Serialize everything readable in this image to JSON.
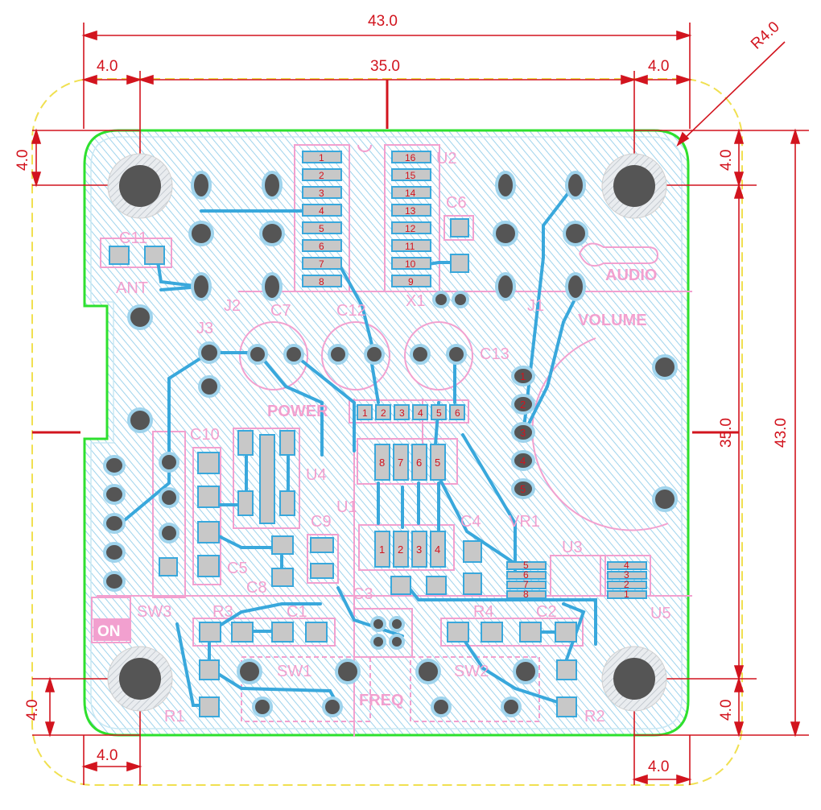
{
  "dimensions": {
    "top_total": "43.0",
    "top_inner": "35.0",
    "top_left_offset": "4.0",
    "top_right_offset": "4.0",
    "corner_radius": "R4.0",
    "left_top_offset": "4.0",
    "right_top_offset": "4.0",
    "right_inner": "35.0",
    "right_total": "43.0",
    "left_bottom_offset": "4.0",
    "right_bottom_offset": "4.0",
    "bottom_left_offset": "4.0",
    "bottom_right_offset": "4.0"
  },
  "labels": {
    "u2": "U2",
    "c6": "C6",
    "c11": "C11",
    "ant": "ANT",
    "j2": "J2",
    "j1": "J1",
    "x1": "X1",
    "c7": "C7",
    "c12": "C12",
    "c13": "C13",
    "j3": "J3",
    "audio": "AUDIO",
    "volume": "VOLUME",
    "power": "POWER",
    "c10": "C10",
    "u4": "U4",
    "u1": "U1",
    "vr1": "VR1",
    "c9": "C9",
    "c4": "C4",
    "c5": "C5",
    "c8": "C8",
    "c3": "C3",
    "u3": "U3",
    "u5": "U5",
    "sw3": "SW3",
    "on": "ON",
    "r3": "R3",
    "c1": "C1",
    "r4": "R4",
    "c2": "C2",
    "sw1": "SW1",
    "sw2": "SW2",
    "freq": "FREQ",
    "r1": "R1",
    "r2": "R2"
  },
  "u2_left_pins": [
    "1",
    "2",
    "3",
    "4",
    "5",
    "6",
    "7",
    "8"
  ],
  "u2_right_pins": [
    "16",
    "15",
    "14",
    "13",
    "12",
    "11",
    "10",
    "9"
  ],
  "header_pins": [
    "1",
    "2",
    "3",
    "4",
    "5",
    "6"
  ],
  "u1_top_pins": [
    "8",
    "7",
    "6",
    "5"
  ],
  "u1_bottom_pins": [
    "1",
    "2",
    "3",
    "4"
  ],
  "vr1_pins": [
    "1",
    "2",
    "3",
    "4",
    "5"
  ],
  "u3_pins": [
    "5",
    "6",
    "7",
    "8"
  ],
  "u5_pins": [
    "4",
    "3",
    "2",
    "1"
  ],
  "colors": {
    "dimension": "#d2141e",
    "outline": "#2ee02e",
    "silkscreen": "#f2a0cf",
    "copper": "#39a8dc",
    "keepout": "#f0e050",
    "hole": "#555555"
  }
}
